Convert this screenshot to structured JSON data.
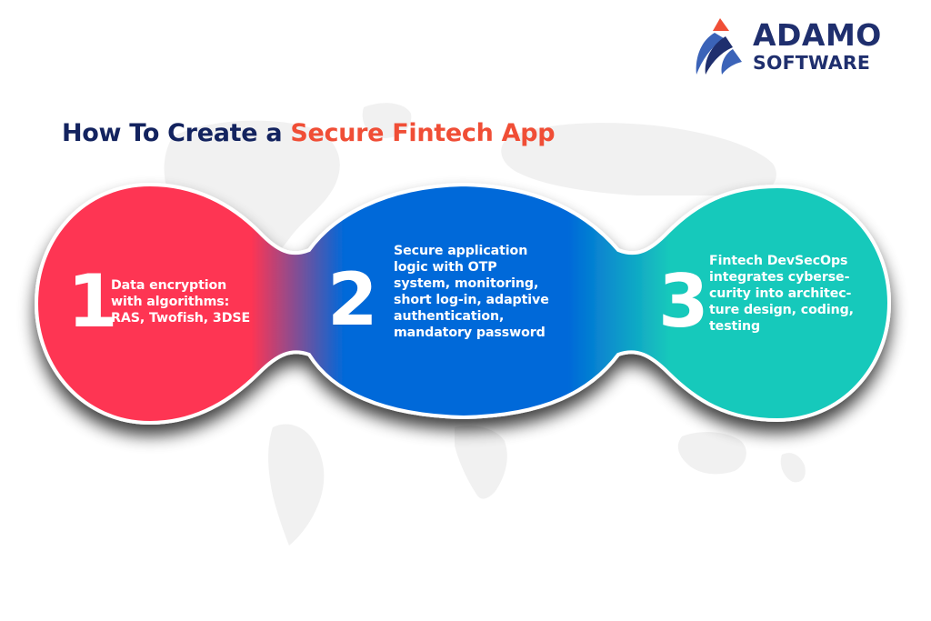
{
  "logo": {
    "line1": "ADAMO",
    "line2": "SOFTWARE",
    "icon": "rocket-arc-icon",
    "colors": {
      "navy": "#1f2f6e",
      "blue": "#3b63b8",
      "orange": "#f04e36"
    }
  },
  "title": {
    "prefix": "How To Create a ",
    "accent": "Secure Fintech App",
    "colors": {
      "prefix": "#13235f",
      "accent": "#f04e36"
    }
  },
  "steps": [
    {
      "number": "1",
      "text": "Data encryption\nwith algorithms:\nRAS, Twofish, 3DSE",
      "color": "#fe3553"
    },
    {
      "number": "2",
      "text": "Secure application\nlogic with OTP\nsystem, monitoring,\nshort log-in, adaptive\nauthentication,\nmandatory password",
      "color": "#0069d9"
    },
    {
      "number": "3",
      "text": "Fintech DevSecOps\nintegrates cyberse-\ncurity into architec-\nture design, coding,\ntesting",
      "color": "#18c9bb"
    }
  ],
  "background": {
    "decoration": "world-map-watermark",
    "color": "#ffffff",
    "map_color": "#f1f1f1"
  }
}
